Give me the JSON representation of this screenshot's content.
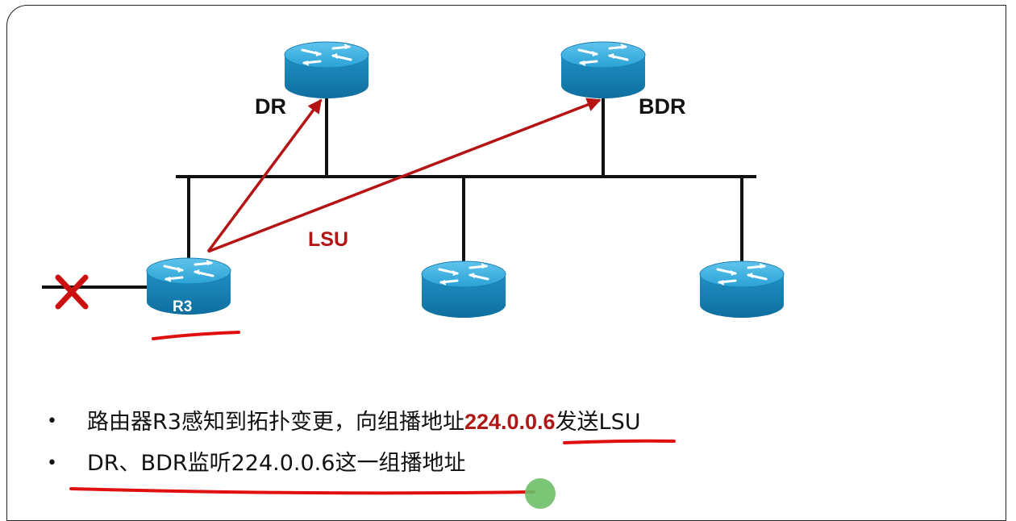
{
  "diagram": {
    "dr_label": "DR",
    "bdr_label": "BDR",
    "r3_label": "R3",
    "lsu_label": "LSU"
  },
  "bullets": [
    {
      "before": "路由器R3感知到拓扑变更，向组播地址",
      "highlight": "224.0.0.6",
      "after": "发送LSU"
    },
    {
      "before": "DR、BDR监听224.0.0.6这一组播地址",
      "highlight": "",
      "after": ""
    }
  ],
  "colors": {
    "router_fill": "#1d8fc3",
    "arrow": "#b41414",
    "highlight_text": "#b01818"
  }
}
